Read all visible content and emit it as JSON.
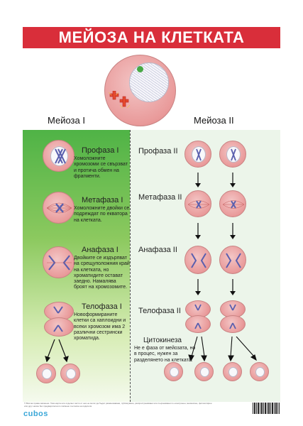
{
  "title": "МЕЙОЗА НА КЛЕТКАТА",
  "columns": {
    "meiosis1": "Мейоза I",
    "meiosis2": "Мейоза II"
  },
  "meiosis1": [
    {
      "name": "Профаза I",
      "desc": "Хомоложните хромозоми се свързват и протича обмен на фрагменти."
    },
    {
      "name": "Метафаза I",
      "desc": "Хомоложните двойки се подреждат по екватора на клетката."
    },
    {
      "name": "Анафаза I",
      "desc": "Двойките се издърпват на срещуположния край на клетката, но хроматидите остават заедно. Намалява броят на хромозомите."
    },
    {
      "name": "Телофаза I",
      "desc": "Новоформираните клетки са хаплоидни и всеки хромозом има 2 различни сестрински хроматида."
    }
  ],
  "meiosis2": [
    {
      "name": "Профаза II"
    },
    {
      "name": "Метафаза II"
    },
    {
      "name": "Анафаза II"
    },
    {
      "name": "Телофаза II"
    }
  ],
  "cytokinesis": {
    "name": "Цитокинеза",
    "desc": "Не е фаза от мейозата, но в процес, нужен за разделянето на клетката."
  },
  "footer": {
    "fine_print": "© Всички права запазени. Тази карта или отделни части от нея не могат да бъдат размножавани, публикувани, разпространявани или съхранявани по електронен, механичен, фотокопирен или друг начин без предварителното писмено съгласие на издателя.",
    "logo": "cubos"
  },
  "colors": {
    "banner": "#d92e3a",
    "panel_green": "#4fb346",
    "logo": "#3aa7d8"
  }
}
